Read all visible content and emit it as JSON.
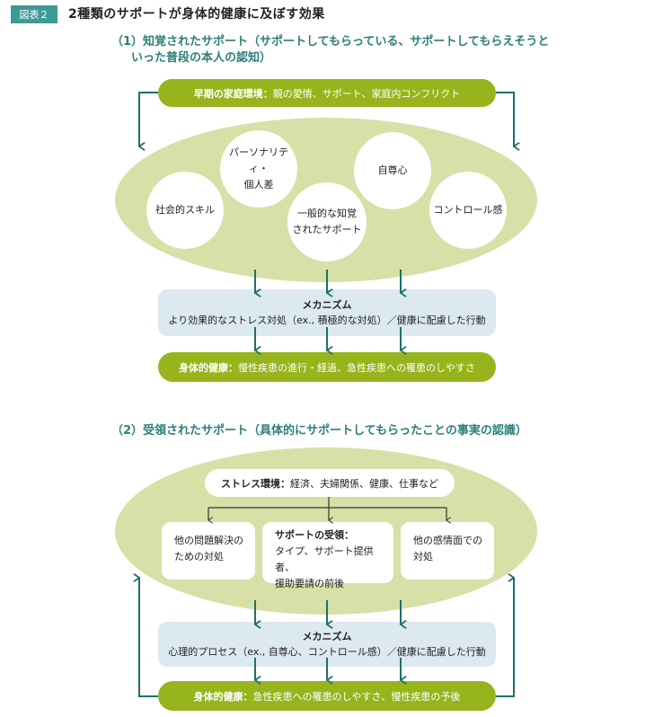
{
  "header": {
    "badge": "図表２",
    "title": "2種類のサポートが身体的健康に及ぼす効果"
  },
  "section1": {
    "title_line1": "（1）知覚されたサポート（サポートしてもらっている、サポートしてもらえそうと",
    "title_line2": "いった普段の本人の認知）",
    "early_env_label": "早期の家庭環境：",
    "early_env_text": "親の愛情、サポート、家庭内コンフリクト",
    "circles": {
      "personality_1": "パーソナリティ・",
      "personality_2": "個人差",
      "self_esteem": "自尊心",
      "social_skill": "社会的スキル",
      "control": "コントロール感",
      "general_1": "一般的な知覚",
      "general_2": "されたサポート"
    },
    "mechanism_title": "メカニズム",
    "mechanism_text": "より効果的なストレス対処（ex., 積極的な対処）／健康に配慮した行動",
    "health_label": "身体的健康：",
    "health_text": "慢性疾患の進行・経過、急性疾患への罹患のしやすさ"
  },
  "section2": {
    "title": "（2）受領されたサポート（具体的にサポートしてもらったことの事実の認識）",
    "stress_label": "ストレス環境：",
    "stress_text": "経済、夫婦関係、健康、仕事など",
    "box_left_1": "他の問題解決の",
    "box_left_2": "ための対処",
    "box_mid_title": "サポートの受領：",
    "box_mid_1": "タイプ、サポート提供者、",
    "box_mid_2": "援助要請の前後",
    "box_right_1": "他の感情面での",
    "box_right_2": "対処",
    "mechanism_title": "メカニズム",
    "mechanism_text": "心理的プロセス（ex., 自尊心、コントロール感）／健康に配慮した行動",
    "health_label": "身体的健康：",
    "health_text": "急性疾患への罹患のしやすさ、慢性疾患の予後"
  },
  "colors": {
    "teal": "#1f6f69",
    "olive": "#97b41d",
    "ellipse": "#d7e0a6",
    "mechanism": "#dde9f1",
    "badge": "#3d9a95"
  }
}
